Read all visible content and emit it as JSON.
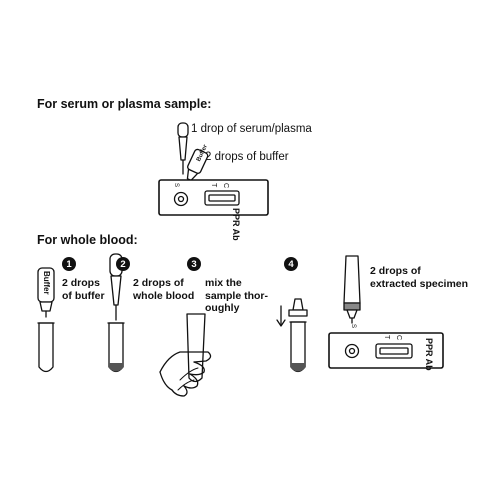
{
  "section1": {
    "heading": "For serum or plasma sample:",
    "note_serum": "1 drop of serum/plasma",
    "note_buffer": "2 drops of buffer",
    "cassette": {
      "label": "PPR Ab",
      "mark_s": "S",
      "mark_t": "T",
      "mark_c": "C"
    },
    "bottle_label": "Buffer"
  },
  "section2": {
    "heading": "For whole blood:",
    "steps": [
      {
        "number": "1",
        "line1": "2 drops",
        "line2": "of buffer",
        "line3": ""
      },
      {
        "number": "2",
        "line1": "2 drops of",
        "line2": "whole blood",
        "line3": ""
      },
      {
        "number": "3",
        "line1": "mix the",
        "line2": "sample thor-",
        "line3": "oughly"
      },
      {
        "number": "4",
        "line1": "2 drops of",
        "line2": "extracted specimen",
        "line3": ""
      }
    ],
    "bottle_label": "Buffer",
    "cassette": {
      "label": "PPR Ab",
      "mark_s": "S",
      "mark_t": "T",
      "mark_c": "C"
    }
  }
}
